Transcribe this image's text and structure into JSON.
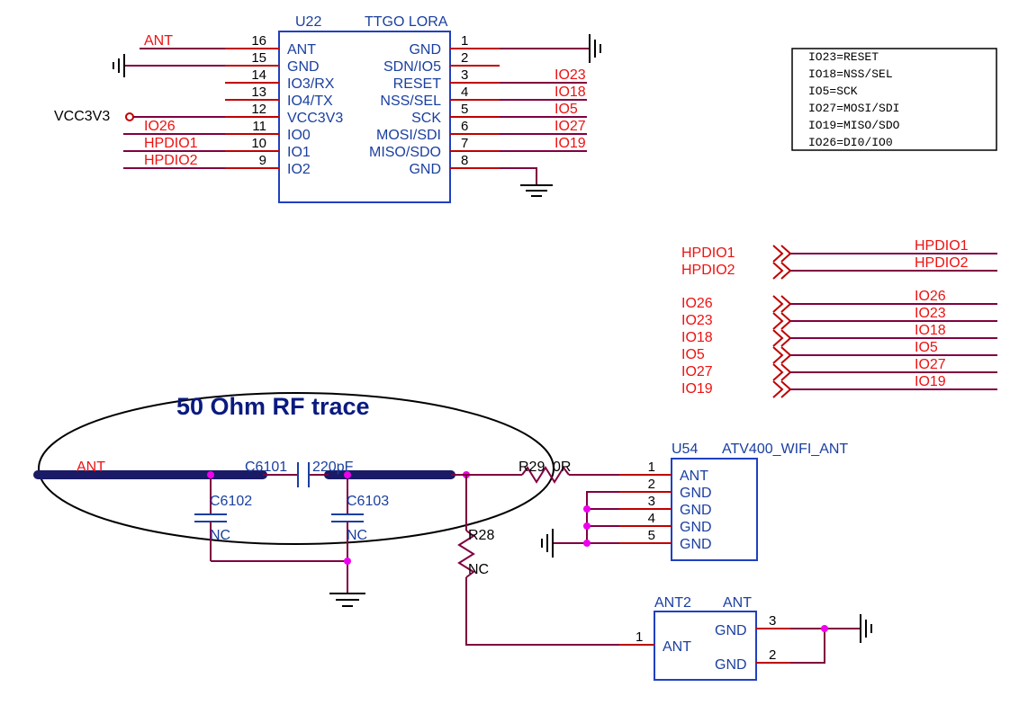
{
  "u22": {
    "ref": "U22",
    "value": "TTGO LORA",
    "left_pins": [
      {
        "num": "16",
        "name": "ANT"
      },
      {
        "num": "15",
        "name": "GND"
      },
      {
        "num": "14",
        "name": "IO3/RX"
      },
      {
        "num": "13",
        "name": "IO4/TX"
      },
      {
        "num": "12",
        "name": "VCC3V3"
      },
      {
        "num": "11",
        "name": "IO0"
      },
      {
        "num": "10",
        "name": "IO1"
      },
      {
        "num": "9",
        "name": "IO2"
      }
    ],
    "right_pins": [
      {
        "num": "1",
        "name": "GND"
      },
      {
        "num": "2",
        "name": "SDN/IO5"
      },
      {
        "num": "3",
        "name": "RESET"
      },
      {
        "num": "4",
        "name": "NSS/SEL"
      },
      {
        "num": "5",
        "name": "SCK"
      },
      {
        "num": "6",
        "name": "MOSI/SDI"
      },
      {
        "num": "7",
        "name": "MISO/SDO"
      },
      {
        "num": "8",
        "name": "GND"
      }
    ],
    "left_nets": {
      "ant": "ANT",
      "io26": "IO26",
      "hpdio1": "HPDIO1",
      "hpdio2": "HPDIO2"
    },
    "power_label": "VCC3V3",
    "right_nets": [
      "IO23",
      "IO18",
      "IO5",
      "IO27",
      "IO19"
    ]
  },
  "pin_map": [
    "IO23=RESET",
    "IO18=NSS/SEL",
    "IO5=SCK",
    "IO27=MOSI/SDI",
    "IO19=MISO/SDO",
    "IO26=DI0/IO0"
  ],
  "ports_group1": [
    "HPDIO1",
    "HPDIO2"
  ],
  "ports_group2": [
    "IO26",
    "IO23",
    "IO18",
    "IO5",
    "IO27",
    "IO19"
  ],
  "rf": {
    "heading": "50 Ohm RF trace",
    "ant_label": "ANT",
    "c6101_ref": "C6101",
    "c6101_value": "220pF",
    "c6102_ref": "C6102",
    "c6102_value": "NC",
    "c6103_ref": "C6103",
    "c6103_value": "NC",
    "r29_ref": "R29",
    "r29_value": "0R",
    "r28_ref": "R28",
    "r28_value": "NC"
  },
  "u54": {
    "ref": "U54",
    "value": "ATV400_WIFI_ANT",
    "pins": [
      {
        "num": "1",
        "name": "ANT"
      },
      {
        "num": "2",
        "name": "GND"
      },
      {
        "num": "3",
        "name": "GND"
      },
      {
        "num": "4",
        "name": "GND"
      },
      {
        "num": "5",
        "name": "GND"
      }
    ]
  },
  "ant2": {
    "ref": "ANT2",
    "value": "ANT",
    "pin_ant_num": "1",
    "pin_ant_name": "ANT",
    "pin_gnd3_num": "3",
    "pin_gnd3_name": "GND",
    "pin_gnd2_num": "2",
    "pin_gnd2_name": "GND"
  }
}
